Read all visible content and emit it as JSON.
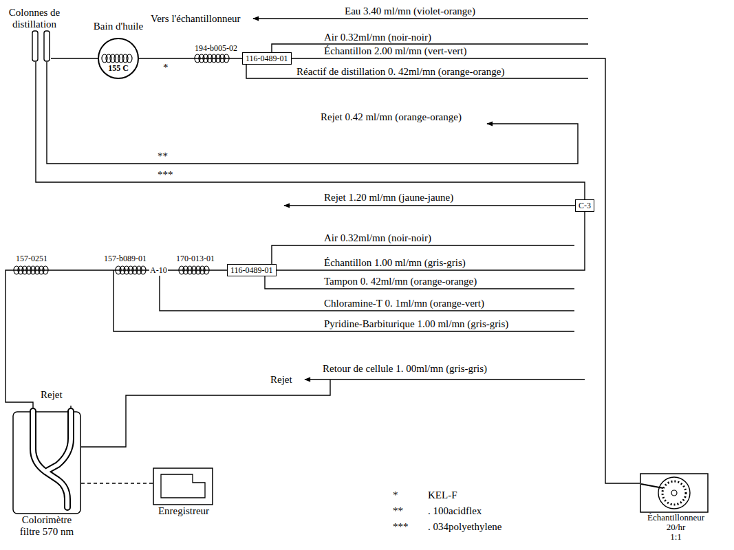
{
  "diagram": {
    "nodes": [
      {
        "text": [
          "Colonnes de distillation"
        ]
      },
      {
        "text": [
          "Bain d'huile",
          "155 C"
        ]
      },
      {
        "text": [
          "116-0489-01"
        ]
      },
      {
        "text": [
          "C-3"
        ]
      },
      {
        "text": [
          "116-0489-01"
        ]
      },
      {
        "text": [
          "Colorimètre filtre 570 nm"
        ]
      },
      {
        "text": [
          "Enregistreur"
        ]
      },
      {
        "text": [
          "Échantillonneur",
          "20/hr",
          "1:1"
        ]
      }
    ],
    "edges": [
      {
        "from": 1,
        "to": 0,
        "arrow": "none"
      },
      {
        "from": 2,
        "to": 1,
        "arrow": "none"
      },
      {
        "from": 7,
        "to": 2,
        "arrow": "none"
      },
      {
        "from": 0,
        "to": 3,
        "arrow": "none"
      },
      {
        "from": 3,
        "to": 4,
        "arrow": "none"
      },
      {
        "from": 4,
        "to": 5,
        "arrow": "none"
      },
      {
        "from": 5,
        "to": 6,
        "arrow": "none"
      }
    ],
    "labels": [
      "Vers l'échantillonneur",
      "Eau 3.40 ml/mn (violet-orange)",
      "Air 0.32ml/mn (noir-noir)",
      "Échantillon 2.00 ml/mn (vert-vert)",
      "Réactif de distillation 0. 42ml/mn (orange-orange)",
      "194-b005-02",
      "*",
      "Rejet 0.42 ml/mn (orange-orange)",
      "**",
      "***",
      "Rejet 1.20 ml/mn (jaune-jaune)",
      "Air 0.32ml/mn (noir-noir)",
      "Échantillon 1.00 ml/mn (gris-gris)",
      "Tampon 0. 42ml/mn (orange-orange)",
      "Chloramine-T 0. 1ml/mn (orange-vert)",
      "Pyridine-Barbiturique 1.00 ml/mn (gris-gris)",
      "157-0251",
      "157-b089-01",
      "A-10",
      "170-013-01",
      "Retour de cellule 1. 00ml/mn (gris-gris)",
      "Rejet",
      "Rejet",
      "*",
      "**",
      "***"
    ],
    "legend": [
      {
        "text": "KEL-F"
      },
      {
        "text": ". 100acidflex"
      },
      {
        "text": ". 034polyethylene"
      }
    ]
  }
}
